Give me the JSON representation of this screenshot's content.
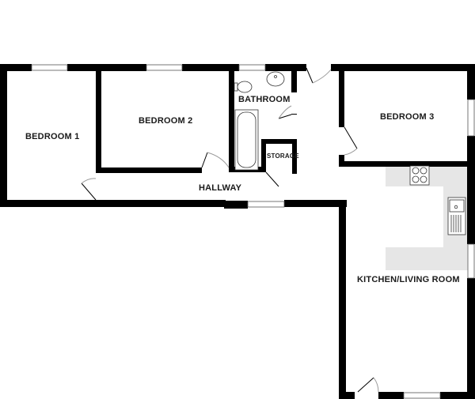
{
  "plan": {
    "type": "floor-plan",
    "rooms": [
      {
        "id": "bedroom1",
        "label": "BEDROOM 1"
      },
      {
        "id": "bedroom2",
        "label": "BEDROOM 2"
      },
      {
        "id": "bathroom",
        "label": "BATHROOM"
      },
      {
        "id": "storage",
        "label": "STORAGE"
      },
      {
        "id": "bedroom3",
        "label": "BEDROOM 3"
      },
      {
        "id": "hallway",
        "label": "HALLWAY"
      },
      {
        "id": "kitchen",
        "label": "KITCHEN/LIVING ROOM"
      }
    ],
    "colors": {
      "wall": "#000000",
      "window": "#ffffff",
      "kitchen_counter": "#e6e6e6",
      "background": "#ffffff"
    }
  }
}
